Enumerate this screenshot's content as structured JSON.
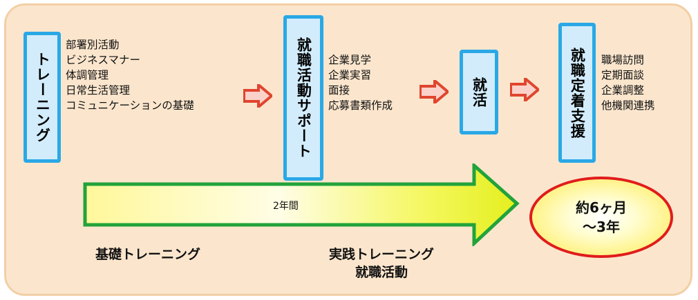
{
  "boxes": {
    "training": "トレーニング",
    "job_support": "就職活動サポート",
    "job": "就活",
    "retention": "就職定着支援"
  },
  "lists": {
    "training": [
      "部署別活動",
      "ビジネスマナー",
      "体調管理",
      "日常生活管理",
      "コミュニケーションの基礎"
    ],
    "job_support": [
      "企業見学",
      "企業実習",
      "面接",
      "応募書類作成"
    ],
    "retention": [
      "職場訪問",
      "定期面談",
      "企業調整",
      "他機関連携"
    ]
  },
  "big_arrow_label": "2年間",
  "ellipse": {
    "line1": "約6ヶ月",
    "line2": "～3年"
  },
  "captions": {
    "basic": "基礎トレーニング",
    "practice_line1": "実践トレーニング",
    "practice_line2": "就職活動"
  },
  "colors": {
    "panel_bg": "#fbe6cd",
    "box_border": "#2aa8e6",
    "box_fill": "#d2ecfc",
    "arrow_red": "#e0452e",
    "big_arrow_border": "#22a33a",
    "ellipse_border": "#e01c1c"
  }
}
